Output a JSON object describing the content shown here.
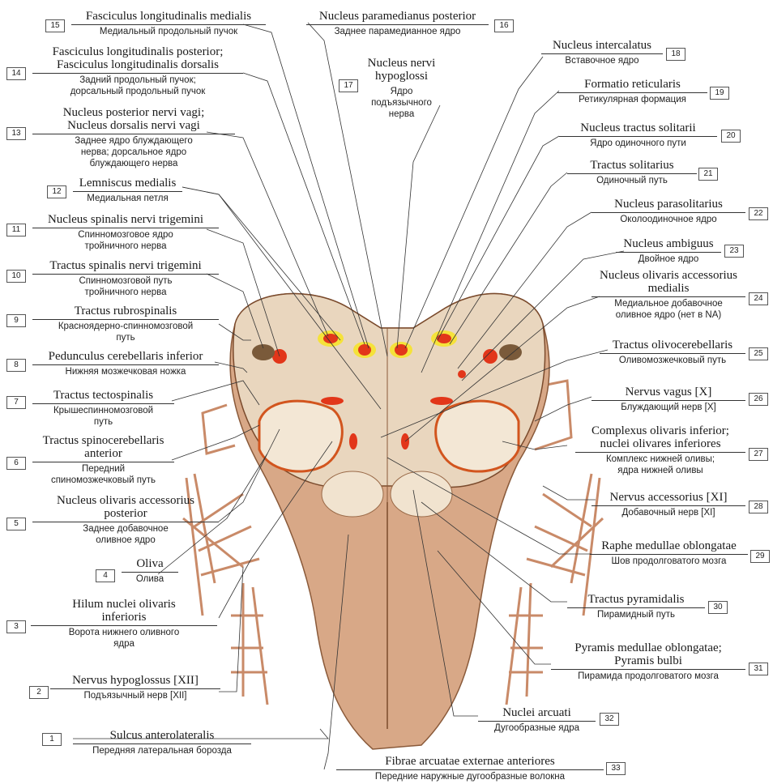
{
  "labels": [
    {
      "n": "1",
      "lat": "Sulcus anterolateralis",
      "rus": "Передняя латеральная борозда"
    },
    {
      "n": "2",
      "lat": "Nervus hypoglossus [XII]",
      "rus": "Подъязычный нерв [XII]"
    },
    {
      "n": "3",
      "lat": "Hilum nuclei olivaris\ninferioris",
      "rus": "Ворота нижнего оливного\nядра"
    },
    {
      "n": "4",
      "lat": "Oliva",
      "rus": "Олива"
    },
    {
      "n": "5",
      "lat": "Nucleus olivaris accessorius\nposterior",
      "rus": "Заднее добавочное\nоливное ядро"
    },
    {
      "n": "6",
      "lat": "Tractus spinocerebellaris\nanterior",
      "rus": "Передний\nспиномозжечковый путь"
    },
    {
      "n": "7",
      "lat": "Tractus tectospinalis",
      "rus": "Крышеспинномозговой\nпуть"
    },
    {
      "n": "8",
      "lat": "Pedunculus cerebellaris inferior",
      "rus": "Нижняя мозжечковая ножка"
    },
    {
      "n": "9",
      "lat": "Tractus rubrospinalis",
      "rus": "Красноядерно-спинномозговой\nпуть"
    },
    {
      "n": "10",
      "lat": "Tractus spinalis nervi trigemini",
      "rus": "Спинномозговой путь\nтройничного нерва"
    },
    {
      "n": "11",
      "lat": "Nucleus spinalis nervi trigemini",
      "rus": "Спинномозговое ядро\nтройничного нерва"
    },
    {
      "n": "12",
      "lat": "Lemniscus medialis",
      "rus": "Медиальная петля"
    },
    {
      "n": "13",
      "lat": "Nucleus posterior nervi vagi;\nNucleus dorsalis nervi vagi",
      "rus": "Заднее ядро блуждающего\nнерва; дорсальное ядро\nблуждающего нерва"
    },
    {
      "n": "14",
      "lat": "Fasciculus longitudinalis posterior;\nFasciculus longitudinalis dorsalis",
      "rus": "Задний продольный пучок;\nдорсальный продольный пучок"
    },
    {
      "n": "15",
      "lat": "Fasciculus longitudinalis medialis",
      "rus": "Медиальный продольный пучок"
    },
    {
      "n": "16",
      "lat": "Nucleus paramedianus posterior",
      "rus": "Заднее парамедианное ядро"
    },
    {
      "n": "17",
      "lat": "Nucleus nervi\nhypoglossi",
      "rus": "Ядро\nподъязычного\nнерва"
    },
    {
      "n": "18",
      "lat": "Nucleus intercalatus",
      "rus": "Вставочное ядро"
    },
    {
      "n": "19",
      "lat": "Formatio reticularis",
      "rus": "Ретикулярная формация"
    },
    {
      "n": "20",
      "lat": "Nucleus tractus solitarii",
      "rus": "Ядро одиночного пути"
    },
    {
      "n": "21",
      "lat": "Tractus solitarius",
      "rus": "Одиночный путь"
    },
    {
      "n": "22",
      "lat": "Nucleus parasolitarius",
      "rus": "Околоодиночное ядро"
    },
    {
      "n": "23",
      "lat": "Nucleus ambiguus",
      "rus": "Двойное ядро"
    },
    {
      "n": "24",
      "lat": "Nucleus olivaris accessorius\nmedialis",
      "rus": "Медиальное добавочное\nоливное ядро (нет в NA)"
    },
    {
      "n": "25",
      "lat": "Tractus olivocerebellaris",
      "rus": "Оливомозжечковый путь"
    },
    {
      "n": "26",
      "lat": "Nervus vagus [X]",
      "rus": "Блуждающий нерв [X]"
    },
    {
      "n": "27",
      "lat": "Complexus olivaris inferior;\nnuclei olivares inferiores",
      "rus": "Комплекс нижней оливы;\nядра нижней оливы"
    },
    {
      "n": "28",
      "lat": "Nervus accessorius [XI]",
      "rus": "Добавочный нерв [XI]"
    },
    {
      "n": "29",
      "lat": "Raphe medullae oblongatae",
      "rus": "Шов продолговатого мозга"
    },
    {
      "n": "30",
      "lat": "Tractus pyramidalis",
      "rus": "Пирамидный путь"
    },
    {
      "n": "31",
      "lat": "Pyramis medullae oblongatae;\nPyramis bulbi",
      "rus": "Пирамида продолговатого мозга"
    },
    {
      "n": "32",
      "lat": "Nuclei arcuati",
      "rus": "Дугообразные ядра"
    },
    {
      "n": "33",
      "lat": "Fibrae arcuatae externae anteriores",
      "rus": "Передние наружные дугообразные волокна"
    }
  ]
}
